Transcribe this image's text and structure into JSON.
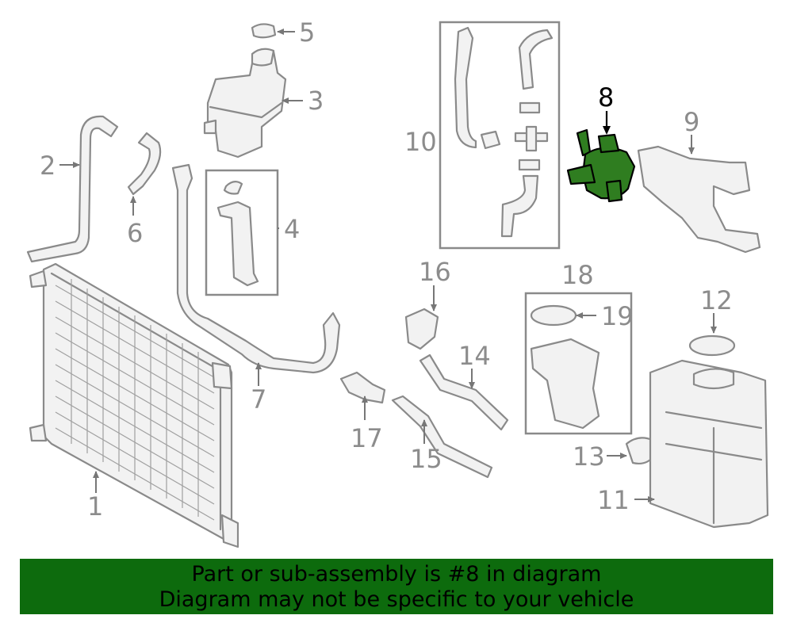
{
  "diagram": {
    "callouts": [
      "1",
      "2",
      "3",
      "4",
      "5",
      "6",
      "7",
      "8",
      "9",
      "10",
      "11",
      "12",
      "13",
      "14",
      "15",
      "16",
      "17",
      "18",
      "19"
    ],
    "highlighted_part": "8",
    "highlight_color": "#2f7d20"
  },
  "banner": {
    "line1": "Part or sub-assembly is #8 in diagram",
    "line2": "Diagram may not be specific to your vehicle",
    "color": "#0d6b0d"
  }
}
